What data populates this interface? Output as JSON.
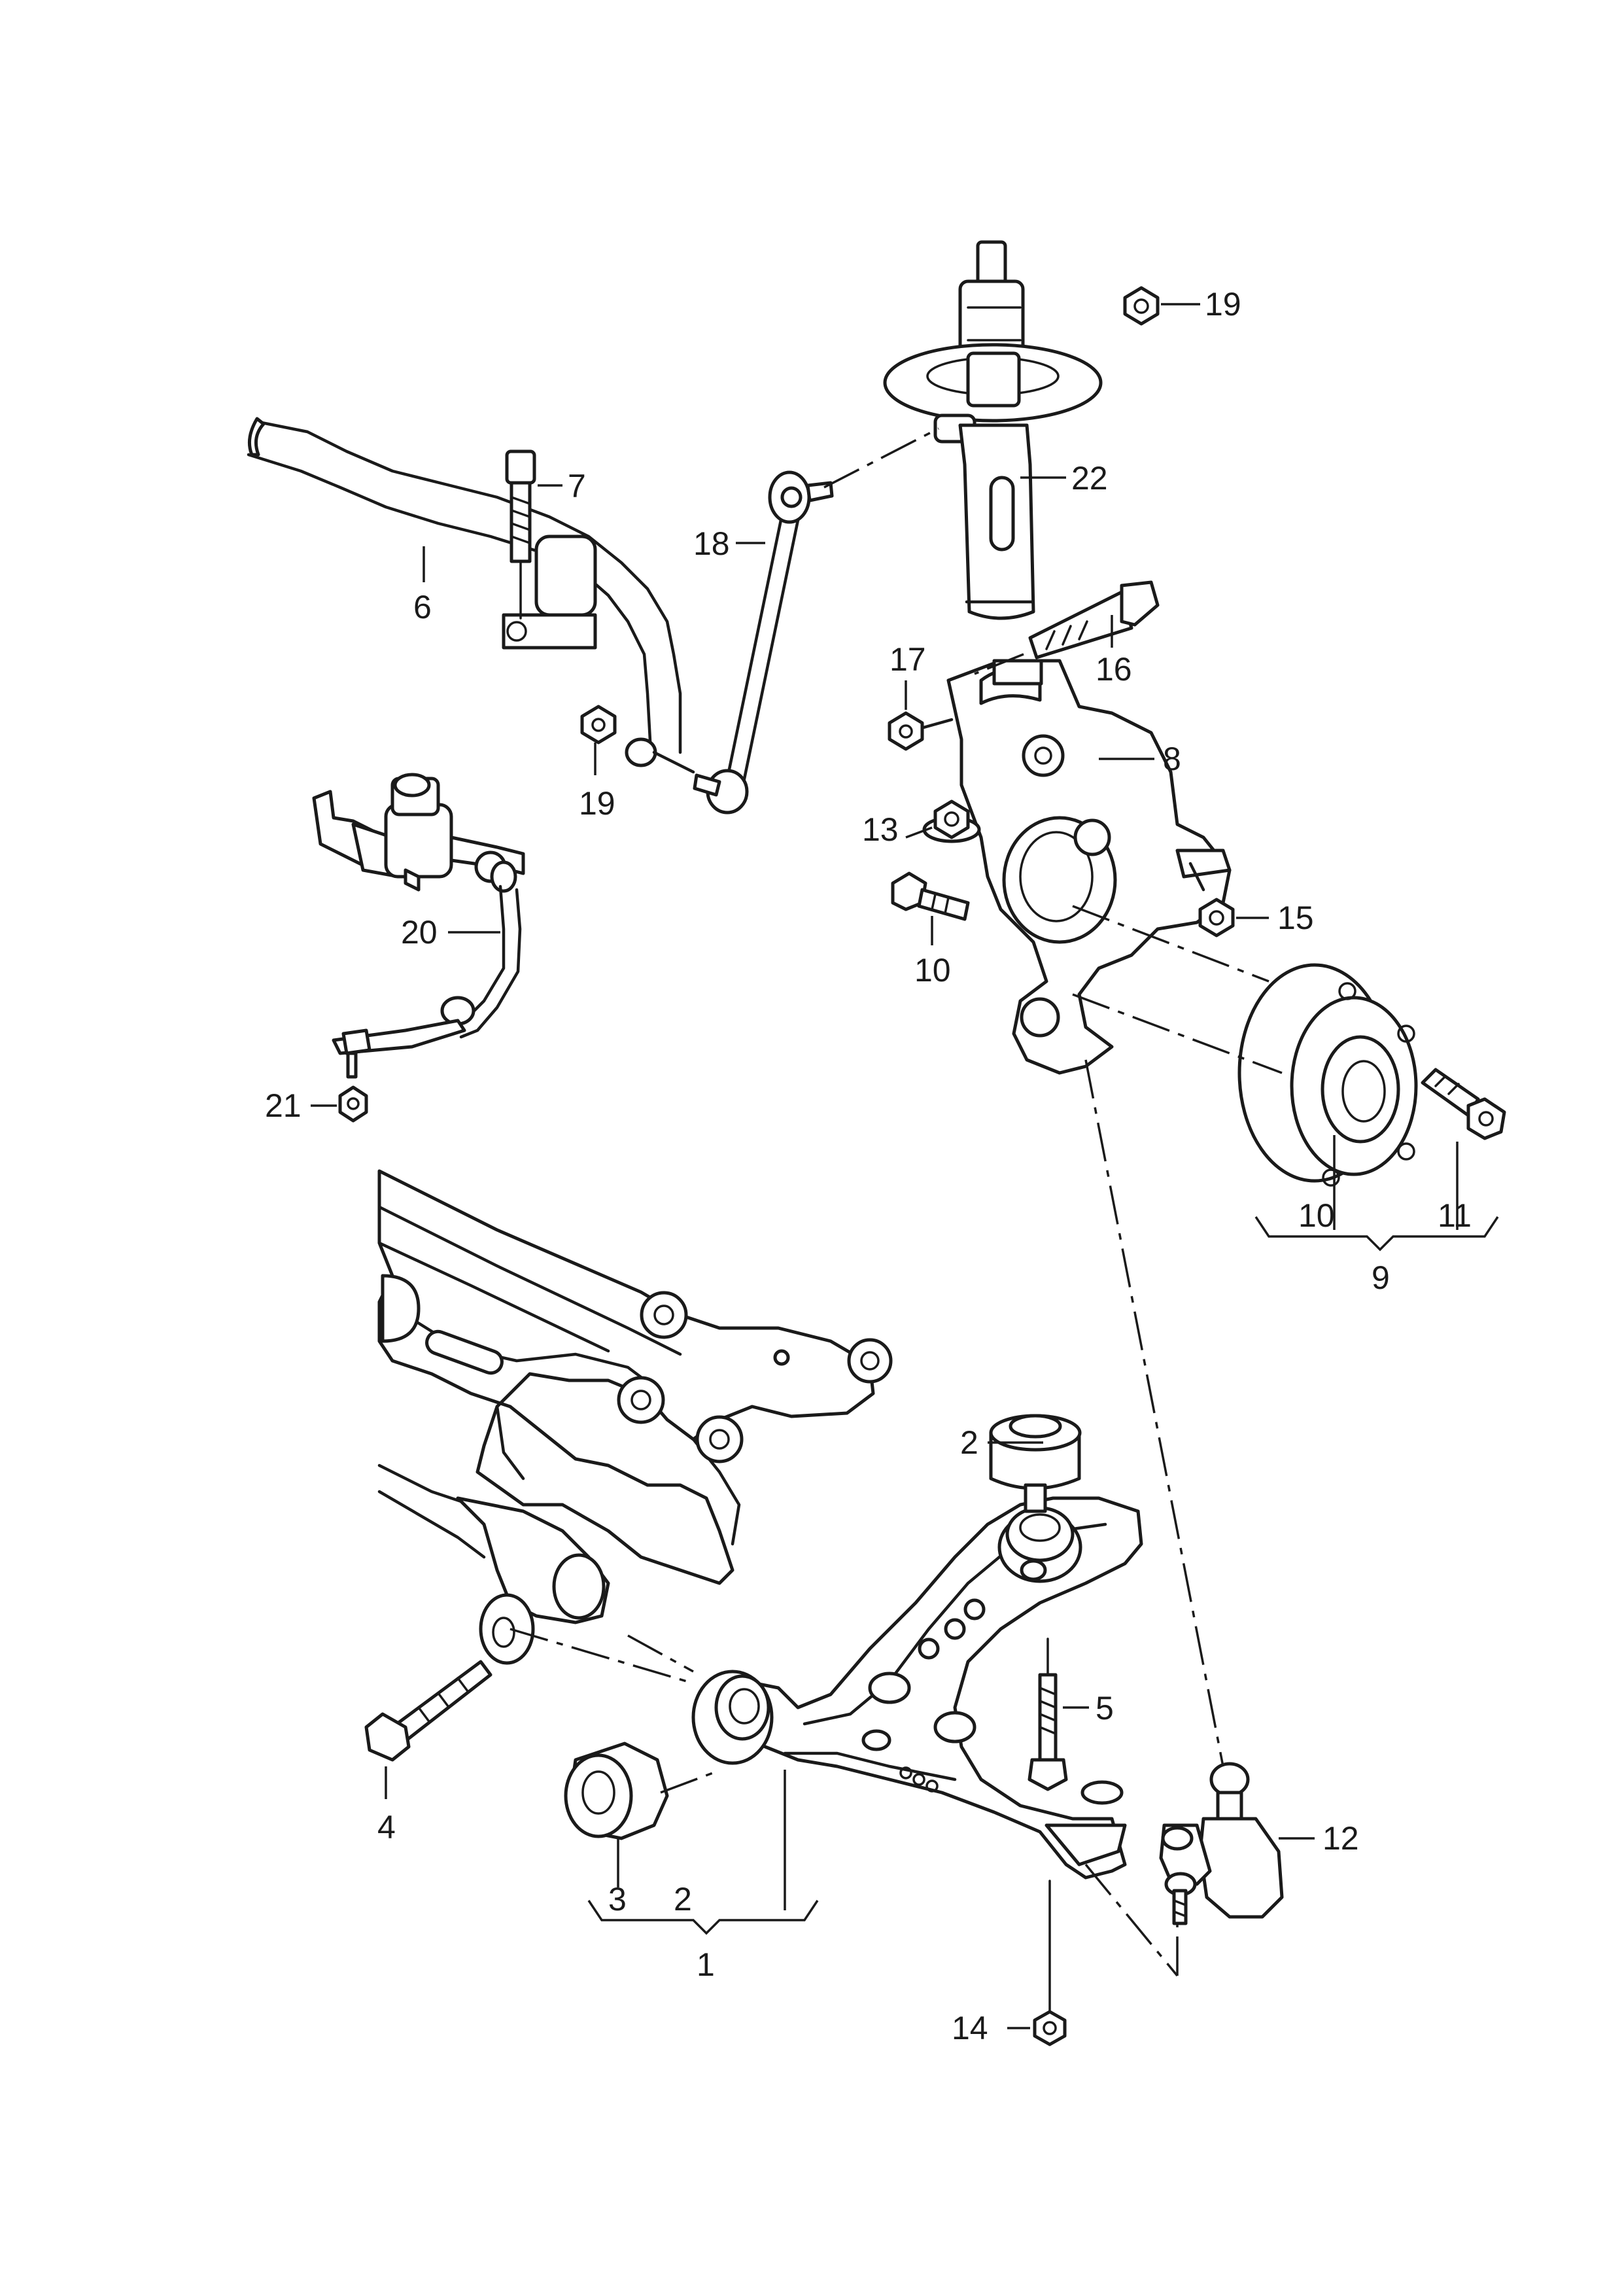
{
  "diagram": {
    "labels": {
      "p1": "1",
      "p2a": "2",
      "p2b": "2",
      "p3": "3",
      "p4": "4",
      "p5": "5",
      "p6": "6",
      "p7": "7",
      "p8": "8",
      "p9": "9",
      "p10a": "10",
      "p10b": "10",
      "p11": "11",
      "p12": "12",
      "p13": "13",
      "p14": "14",
      "p15": "15",
      "p16": "16",
      "p17": "17",
      "p18": "18",
      "p19a": "19",
      "p19b": "19",
      "p20": "20",
      "p21": "21",
      "p22": "22"
    }
  }
}
